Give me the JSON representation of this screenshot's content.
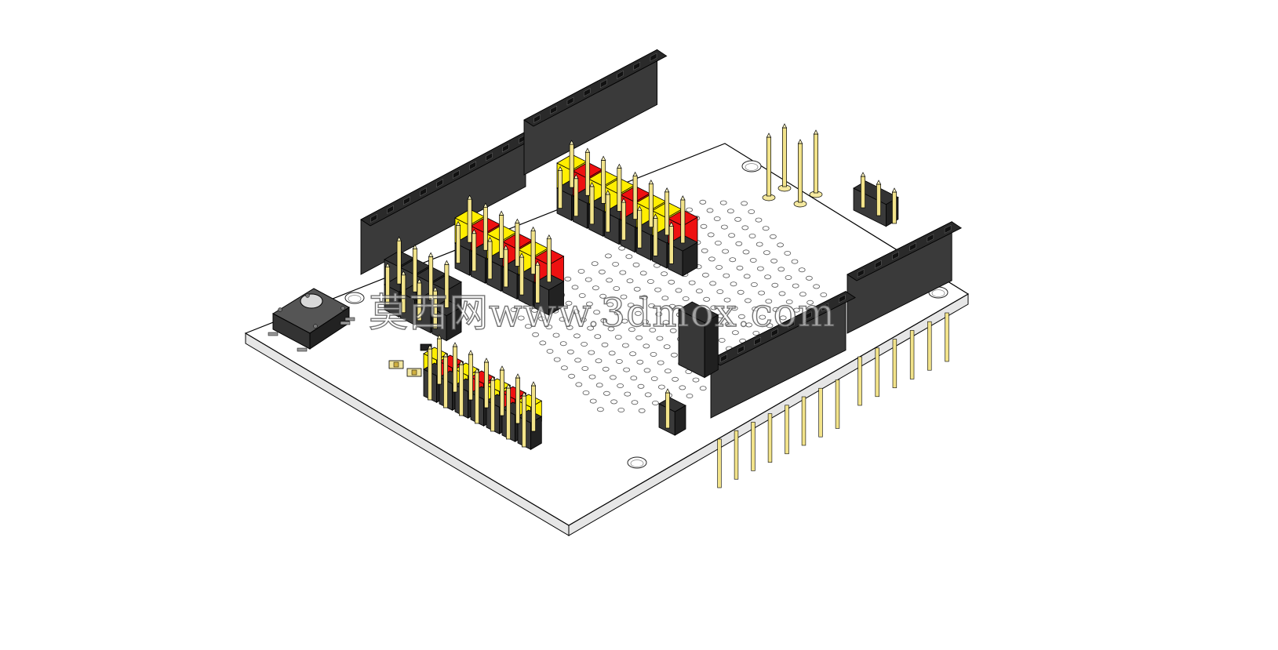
{
  "scene": {
    "subject": "pcb-prototype-shield",
    "view": "isometric-3d"
  },
  "watermark": {
    "text": "莫西网www.3dmox.com"
  },
  "colors": {
    "background": "#ffffff",
    "board_top": "#ffffff",
    "board_side": "#e6e6e6",
    "header_body": "#3a3a3a",
    "header_top": "#2a2a2a",
    "pin_gold": "#f2e38a",
    "pin_yellow_block": "#ffee00",
    "pin_red_block": "#ee1111",
    "hole_outline": "#555555",
    "button_body": "#444444",
    "button_cap": "#d8d8d8"
  }
}
